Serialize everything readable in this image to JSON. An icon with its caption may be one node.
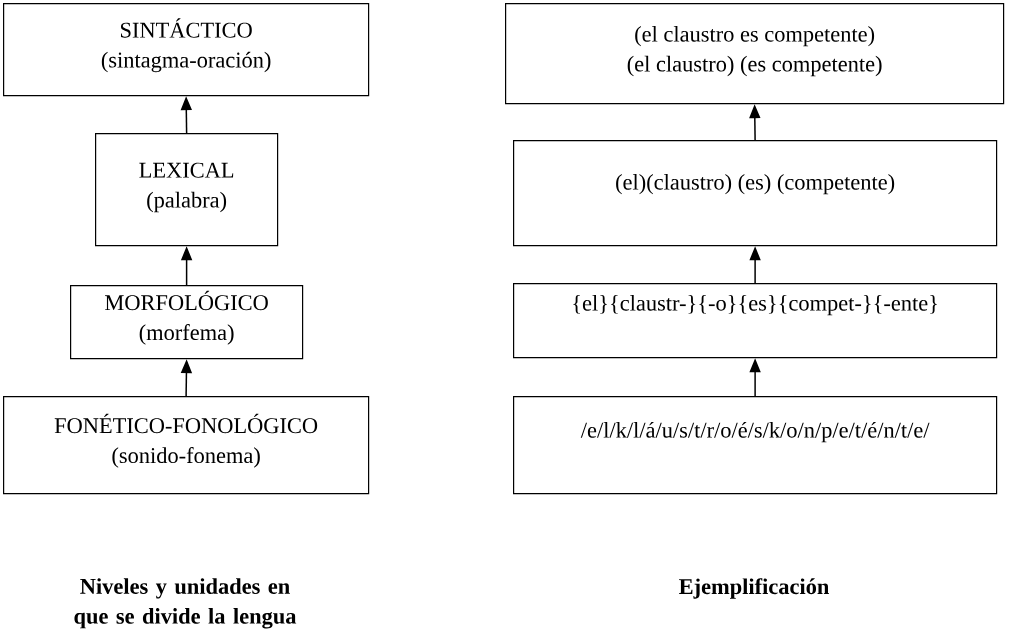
{
  "diagram": {
    "nodes": [
      {
        "text": [
          "SINTÁCTICO",
          "(sintagma-oración)"
        ]
      },
      {
        "text": [
          "LEXICAL",
          "(palabra)"
        ]
      },
      {
        "text": [
          "MORFOLÓGICO",
          "(morfema)"
        ]
      },
      {
        "text": [
          "FONÉTICO-FONOLÓGICO",
          "(sonido-fonema)"
        ]
      },
      {
        "text": [
          "(el claustro es competente)",
          "(el claustro) (es competente)"
        ]
      },
      {
        "text": [
          "(el)(claustro) (es) (competente)"
        ]
      },
      {
        "text": [
          "{el}{claustr-}{-o}{es}{compet-}{-ente}"
        ]
      },
      {
        "text": [
          "/e/l/k/l/á/u/s/t/r/o/é/s/k/o/n/p/e/t/é/n/t/e/"
        ]
      }
    ],
    "edges": [
      {
        "from": 1,
        "to": 0,
        "arrow": "to"
      },
      {
        "from": 2,
        "to": 1,
        "arrow": "to"
      },
      {
        "from": 3,
        "to": 2,
        "arrow": "to"
      },
      {
        "from": 5,
        "to": 4,
        "arrow": "to"
      },
      {
        "from": 6,
        "to": 5,
        "arrow": "to"
      },
      {
        "from": 7,
        "to": 6,
        "arrow": "to"
      }
    ],
    "labels": [
      "Niveles y unidades en que se divide la lengua",
      "Ejemplificación"
    ]
  }
}
